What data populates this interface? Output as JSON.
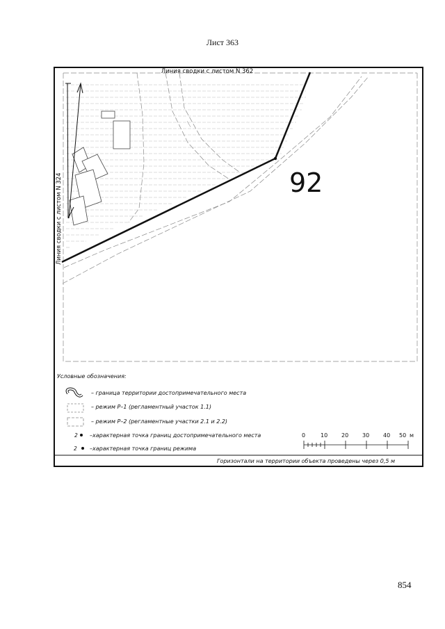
{
  "sheet_title": "Лист 363",
  "page_number": "854",
  "map": {
    "top_match_line": "Линия сводки с листом N 362",
    "left_match_line": "Линия сводки с листом N 324",
    "zone_number": "92"
  },
  "legend": {
    "title": "Условные обозначения:",
    "items": [
      {
        "symbol": "boundary-icon",
        "text": "– граница территории достопримечательного места"
      },
      {
        "symbol": "regime-p1-icon",
        "text": "– режим Р–1 (регламентный участок 1.1)"
      },
      {
        "symbol": "regime-p2-icon",
        "text": "– режим Р–2 (регламентные участки 2.1 и 2.2)"
      },
      {
        "symbol": "point-icon",
        "marker": "2",
        "text": "–характерная точка границ достопримечательного места"
      },
      {
        "symbol": "point-icon",
        "marker": "2",
        "text": "–характерная точка границ режима"
      }
    ],
    "scale": {
      "ticks": [
        "0",
        "10",
        "20",
        "30",
        "40",
        "50"
      ],
      "unit": "м"
    },
    "contour_note": "Горизонтали на территории объекта проведены через 0,5 м"
  }
}
